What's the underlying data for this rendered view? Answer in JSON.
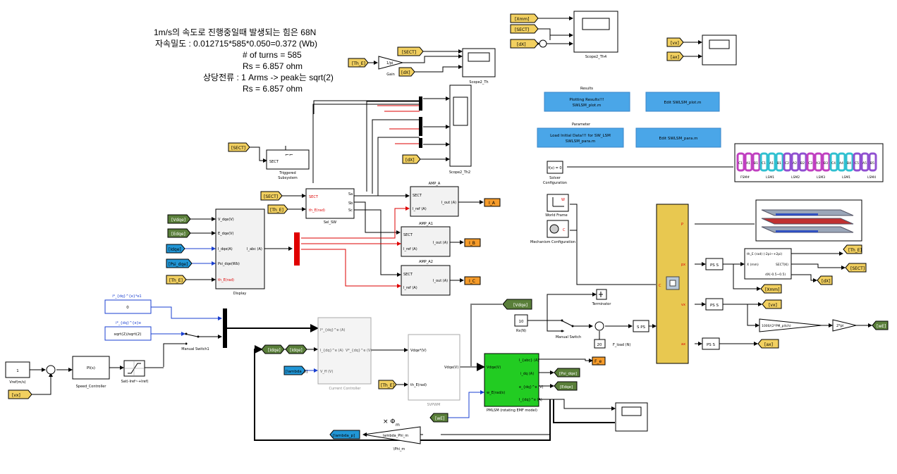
{
  "notes": {
    "line1": "1m/s의 속도로 진행중일때 발생되는 힘은 68N",
    "line2": "자속밀도 : 0.012715*585*0.050=0.372  (Wb)",
    "line3": "# of turns = 585",
    "line4": "Rs = 6.857 ohm",
    "line5": "상당전류 : 1 Arms  -> peak는 sqrt(2)",
    "line6": "Rs = 6.857 ohm"
  },
  "tags": {
    "th_e": "[Th_E]",
    "sect": "[SECT]",
    "dx": "[dX]",
    "xmm": "[Xmm]",
    "vx": "[vx]",
    "ax": "[ax]",
    "vdqe": "[Vdqe]",
    "edqe": "[Edqe]",
    "idqe": "[Idqe]",
    "psi_dqe": "[Psi_dqe]",
    "we": "[wE]",
    "lambda": "[lambda_p]",
    "ia": "I_A",
    "ib": "I_B",
    "ic": "I_C",
    "fe": "F_e"
  },
  "blocks": {
    "gain": {
      "name": "Gain",
      "text": "1/pi"
    },
    "scope2_th": "Scope2_Th",
    "scope2_th2": "Scope2_Th2",
    "scope2_th4": "Scope2_Th4",
    "triggered": {
      "name": "Triggered\nSubsystem",
      "port": "SECT"
    },
    "display": {
      "name": "Display",
      "in_ports": [
        "V_dqe(V)",
        "E_dqe(V)",
        "I_dqe(A)",
        "Psi_dqe(Wb)",
        "th_E(rad)"
      ],
      "out_port": "I_abc (A)"
    },
    "sel_sw": {
      "name": "Sel_SW",
      "in_ports": [
        "SECT",
        "th_E(rad)"
      ],
      "out_ports": [
        "Sa",
        "Sb",
        "Sc"
      ]
    },
    "amps": [
      {
        "name": "AMP_A",
        "in1": "SECT",
        "in2": "I_ref (A)",
        "out": "I_out (A)"
      },
      {
        "name": "AMP_A1",
        "in1": "SECT",
        "in2": "I_ref (A)",
        "out": "I_out (A)"
      },
      {
        "name": "AMP_A2",
        "in1": "SECT",
        "in2": "I_ref (A)",
        "out": "I_out (A)"
      }
    ],
    "results_label": "Results",
    "plot_btn": "Plotting Results!!!\nSWLSM_plot.m",
    "edit_plot_btn": "Edit SWLSM_plot.m",
    "parameter_label": "Parameter",
    "load_btn": "Load Initial Data!!! for SW_LSM\nSWLSM_para.m",
    "edit_para_btn": "Edit SWLSM_para.m",
    "solver": {
      "text": "f(x) = 0",
      "name": "Solver\nConfiguration"
    },
    "world": "World Frame",
    "mechanism": "Mechanism Configuration",
    "lsm_labels": [
      "FSM#",
      "LSM1",
      "LSM2",
      "LSM3",
      "LSM1",
      "LSM4"
    ],
    "coil_labels": [
      "C1",
      "A1",
      "B1",
      "C1",
      "A1",
      "B1",
      "C2",
      "A2",
      "B2",
      "C3",
      "A3",
      "B3",
      "C4",
      "A4",
      "B4",
      "C5",
      "A5",
      "B5"
    ],
    "constants": {
      "ref_dq_i": "i*_{dq}^{e}*e1",
      "zero": "0",
      "ref_dq_e": "i*_{dq}^{e}e",
      "sqrt": "sqrt(2)/sqrt(2)",
      "vref": "1",
      "ten": "10",
      "twenty": "20"
    },
    "manual_switch1": "Manual Switch1",
    "manual_switch": "Manual Switch",
    "vref_label": "Vref(m/s)",
    "speed_ctrl": {
      "name": "Speed_Controller",
      "text": "PI(s)"
    },
    "sat": "Sat(-Iref~+Iref)",
    "current_ctrl": {
      "name": "Current Controller",
      "ports": [
        "I*_{dq}^e (A)",
        "I_{dq}^e (A)",
        "V_ff (V)"
      ],
      "out": "V*_{dq}^e (V)"
    },
    "svpwm": {
      "name": "SVPWM",
      "in1": "Vdqe*(V)",
      "in2": "th_E(rad)",
      "out": "Vdqe(V)"
    },
    "pmlsm": {
      "name": "PMLSM (rotating EMF model)",
      "in1": "Vdqe(V)",
      "in2": "w_E(rad/s)",
      "outs": [
        "I_{abc} (A)",
        "i_dq (A)",
        "e_{dq}^e (V)",
        "I_{dq}^e (A)"
      ]
    },
    "terminator": "Terminator",
    "rx": "Rx(N)",
    "fload": "F_load (N)",
    "ps_s": "PS S",
    "s_ps": "S PS",
    "fcn": {
      "l1": "th_E (rad) (-2pi~+2pi)",
      "l2": "X (mm)",
      "l3": "SECT(K)",
      "l4": "dX(-0.5~0.5)"
    },
    "gain1000": "1000/(2*PM_pitch)",
    "gain2pi": "2*pi",
    "gainphi": {
      "text": "lambda_Phi_m",
      "name": "\\Phi_m",
      "symbol": "× Φ"
    },
    "phi_sub": "m",
    "mux_ports": [
      "P",
      "px",
      "vx",
      "ax"
    ],
    "c_port": "C"
  },
  "colors": {
    "tag": "#f2d060",
    "green_tag": "#5a7f3a",
    "blue_tag": "#2196d6",
    "button": "#4aa6e8",
    "pmlsm": "#22cc22",
    "output": "#f59b2a",
    "bigsub": "#e8c850"
  }
}
